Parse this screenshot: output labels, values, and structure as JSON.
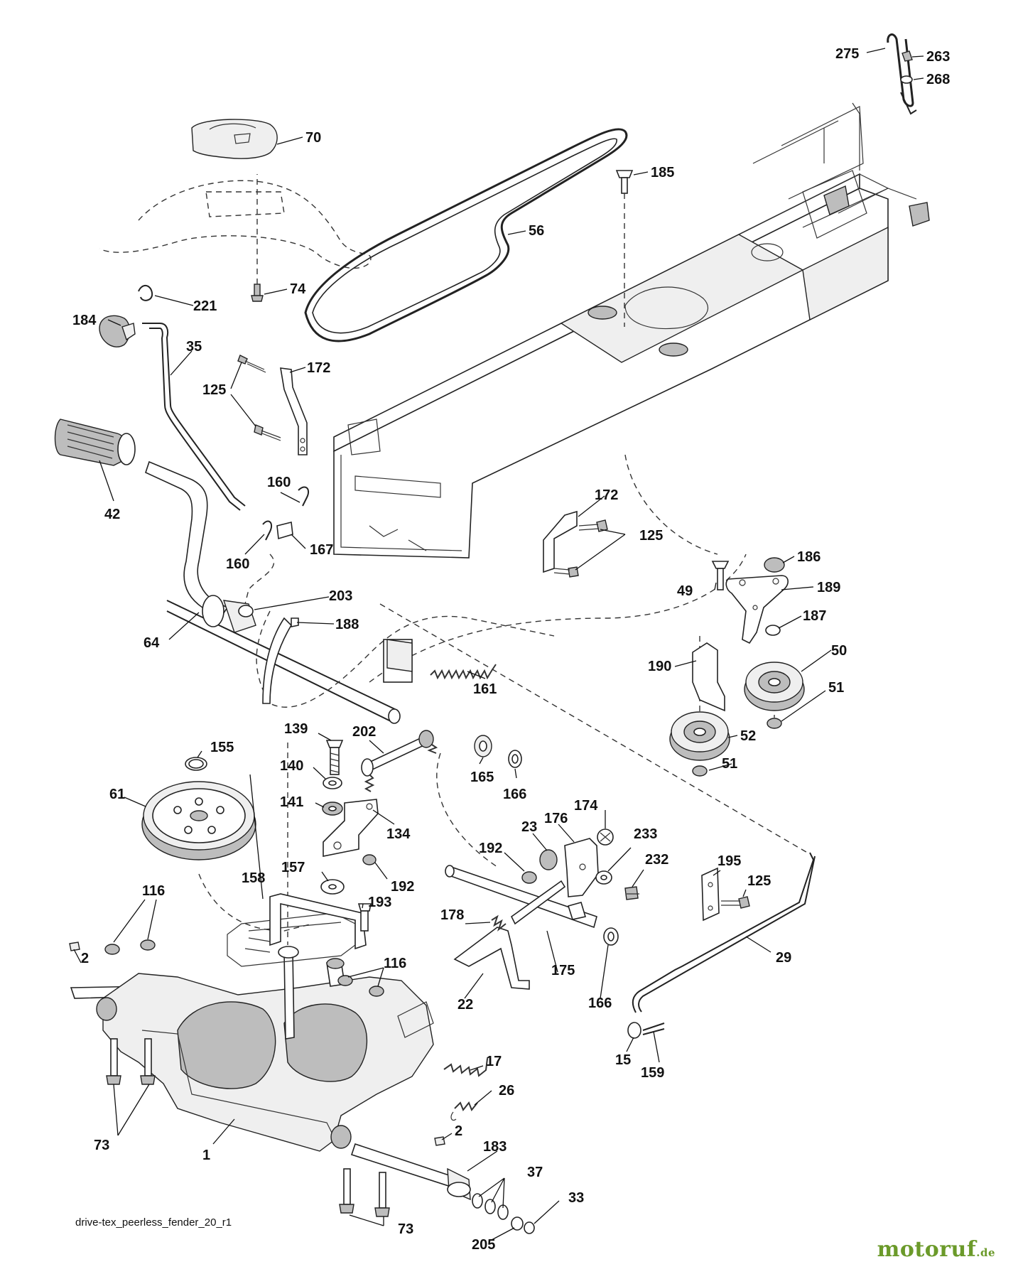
{
  "caption": "drive-tex_peerless_fender_20_r1",
  "watermark": {
    "name": "motoruf",
    "tld": ".de",
    "color": "#6b9a2a"
  },
  "labels": {
    "275": "275",
    "263": "263",
    "268": "268",
    "70": "70",
    "185": "185",
    "56": "56",
    "74": "74",
    "221": "221",
    "184": "184",
    "35": "35",
    "172a": "172",
    "125a": "125",
    "42": "42",
    "160a": "160",
    "160b": "160",
    "167": "167",
    "172b": "172",
    "125b": "125",
    "186": "186",
    "49": "49",
    "189": "189",
    "203": "203",
    "188": "188",
    "64": "64",
    "187": "187",
    "50": "50",
    "190": "190",
    "161": "161",
    "51a": "51",
    "52": "52",
    "51b": "51",
    "139": "139",
    "202": "202",
    "155": "155",
    "140": "140",
    "165": "165",
    "166a": "166",
    "61": "61",
    "141": "141",
    "134": "134",
    "174": "174",
    "176": "176",
    "23": "23",
    "233": "233",
    "192a": "192",
    "232": "232",
    "157": "157",
    "192b": "192",
    "195": "195",
    "125c": "125",
    "116a": "116",
    "158": "158",
    "193": "193",
    "178": "178",
    "29": "29",
    "2a": "2",
    "116b": "116",
    "175": "175",
    "22": "22",
    "166b": "166",
    "17": "17",
    "15": "15",
    "159": "159",
    "26": "26",
    "73a": "73",
    "1": "1",
    "2b": "2",
    "183": "183",
    "37": "37",
    "33": "33",
    "73b": "73",
    "205": "205"
  }
}
